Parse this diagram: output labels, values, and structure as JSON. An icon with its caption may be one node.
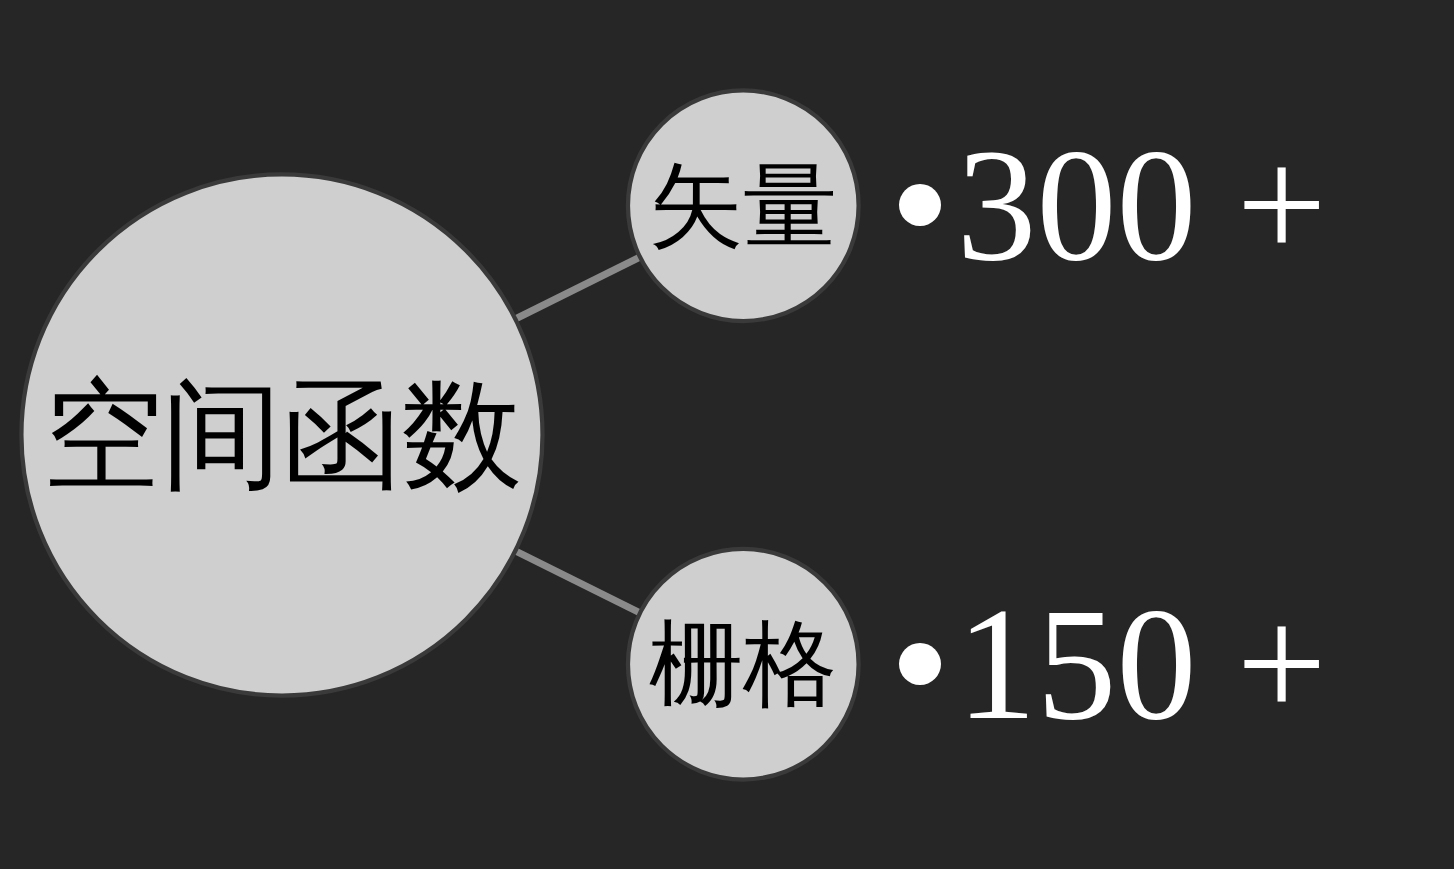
{
  "diagram": {
    "nodes": [
      {
        "text": [
          "空间函数"
        ]
      },
      {
        "text": [
          "矢量"
        ],
        "beside": [
          "300 +"
        ]
      },
      {
        "text": [
          "栅格"
        ],
        "beside": [
          "150 +"
        ]
      }
    ],
    "edges": [
      {
        "from": 0,
        "to": 1,
        "arrow": "none"
      },
      {
        "from": 0,
        "to": 2,
        "arrow": "none"
      }
    ]
  }
}
